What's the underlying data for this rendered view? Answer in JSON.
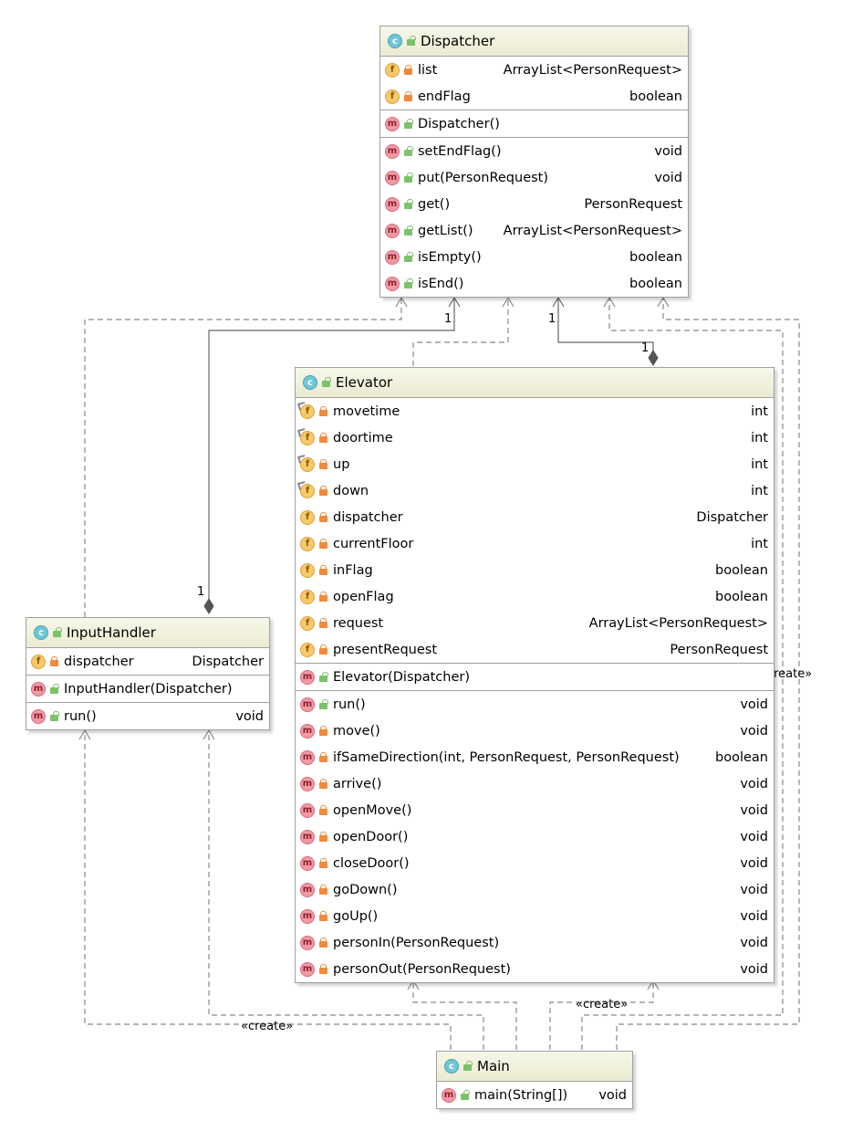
{
  "classes": {
    "dispatcher": {
      "name": "Dispatcher",
      "fields": [
        {
          "name": "list",
          "type": "ArrayList<PersonRequest>"
        },
        {
          "name": "endFlag",
          "type": "boolean"
        }
      ],
      "constructors": [
        {
          "name": "Dispatcher()",
          "type": ""
        }
      ],
      "methods": [
        {
          "name": "setEndFlag()",
          "type": "void"
        },
        {
          "name": "put(PersonRequest)",
          "type": "void"
        },
        {
          "name": "get()",
          "type": "PersonRequest"
        },
        {
          "name": "getList()",
          "type": "ArrayList<PersonRequest>"
        },
        {
          "name": "isEmpty()",
          "type": "boolean"
        },
        {
          "name": "isEnd()",
          "type": "boolean"
        }
      ]
    },
    "elevator": {
      "name": "Elevator",
      "fields": [
        {
          "name": "movetime",
          "type": "int",
          "final": true
        },
        {
          "name": "doortime",
          "type": "int",
          "final": true
        },
        {
          "name": "up",
          "type": "int",
          "final": true
        },
        {
          "name": "down",
          "type": "int",
          "final": true
        },
        {
          "name": "dispatcher",
          "type": "Dispatcher"
        },
        {
          "name": "currentFloor",
          "type": "int"
        },
        {
          "name": "inFlag",
          "type": "boolean"
        },
        {
          "name": "openFlag",
          "type": "boolean"
        },
        {
          "name": "request",
          "type": "ArrayList<PersonRequest>"
        },
        {
          "name": "presentRequest",
          "type": "PersonRequest"
        }
      ],
      "constructors": [
        {
          "name": "Elevator(Dispatcher)",
          "type": ""
        }
      ],
      "methods": [
        {
          "name": "run()",
          "type": "void",
          "public": true
        },
        {
          "name": "move()",
          "type": "void"
        },
        {
          "name": "ifSameDirection(int, PersonRequest, PersonRequest)",
          "type": "boolean"
        },
        {
          "name": "arrive()",
          "type": "void"
        },
        {
          "name": "openMove()",
          "type": "void"
        },
        {
          "name": "openDoor()",
          "type": "void"
        },
        {
          "name": "closeDoor()",
          "type": "void"
        },
        {
          "name": "goDown()",
          "type": "void"
        },
        {
          "name": "goUp()",
          "type": "void"
        },
        {
          "name": "personIn(PersonRequest)",
          "type": "void"
        },
        {
          "name": "personOut(PersonRequest)",
          "type": "void"
        }
      ]
    },
    "inputhandler": {
      "name": "InputHandler",
      "fields": [
        {
          "name": "dispatcher",
          "type": "Dispatcher"
        }
      ],
      "constructors": [
        {
          "name": "InputHandler(Dispatcher)",
          "type": ""
        }
      ],
      "methods": [
        {
          "name": "run()",
          "type": "void"
        }
      ]
    },
    "main": {
      "name": "Main",
      "methods": [
        {
          "name": "main(String[])",
          "type": "void"
        }
      ]
    }
  },
  "icons": {
    "class": "class-icon",
    "field": "field-icon",
    "method": "method-icon",
    "private": "lock-icon",
    "public": "unlock-icon"
  },
  "labels": {
    "mult_input_dispatcher": "1",
    "mult_input_handler": "1",
    "mult_elev_dispatcher": "1",
    "mult_elev": "1",
    "create_elevator": "«create»",
    "create_main_right": "«create»",
    "create_main_left": "«create»"
  },
  "colors": {
    "header": "#ebebd2",
    "border": "#a0a0a0",
    "class_icon": "#6fc7d6",
    "field_icon": "#f7c96b",
    "method_icon": "#f29aa4",
    "private": "#f08a3c",
    "public": "#7cc26a"
  }
}
